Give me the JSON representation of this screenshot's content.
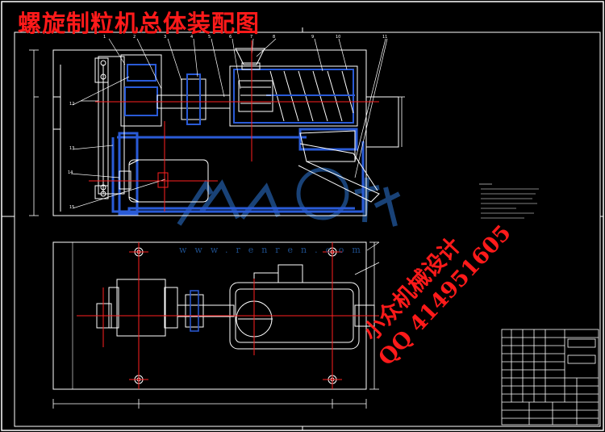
{
  "drawing": {
    "title": "螺旋制粒机总体装配图"
  },
  "watermark": {
    "line1": "小众机械设计",
    "line2": "QQ 414951605",
    "url": "www.renren.com"
  },
  "colors": {
    "background": "#000000",
    "frame": "#ffffff",
    "blue_part": "#2a5bd7",
    "centerline": "#ff2020",
    "title_red": "#ff1a1a",
    "watermark_blue": "#1e4e8c"
  }
}
